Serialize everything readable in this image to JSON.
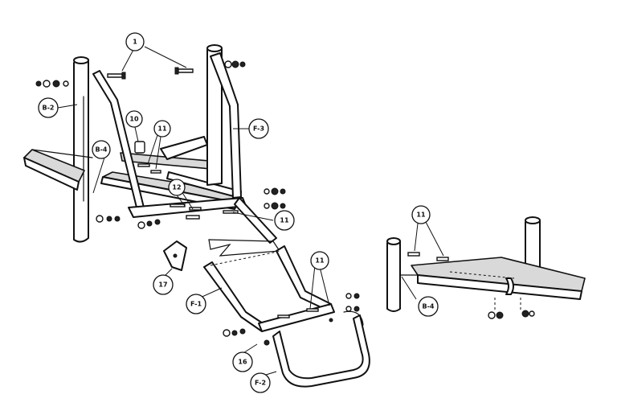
{
  "callouts": {
    "c1": "1",
    "c_b2": "B-2",
    "c_f3": "F-3",
    "c10": "10",
    "c11_top": "11",
    "c_b4_left": "B-4",
    "c12": "12",
    "c11_mid": "11",
    "c17": "17",
    "c_f1": "F-1",
    "c11_low": "11",
    "c16": "16",
    "c_f2": "F-2",
    "c11_right": "11",
    "c_b4_right": "B-4"
  }
}
